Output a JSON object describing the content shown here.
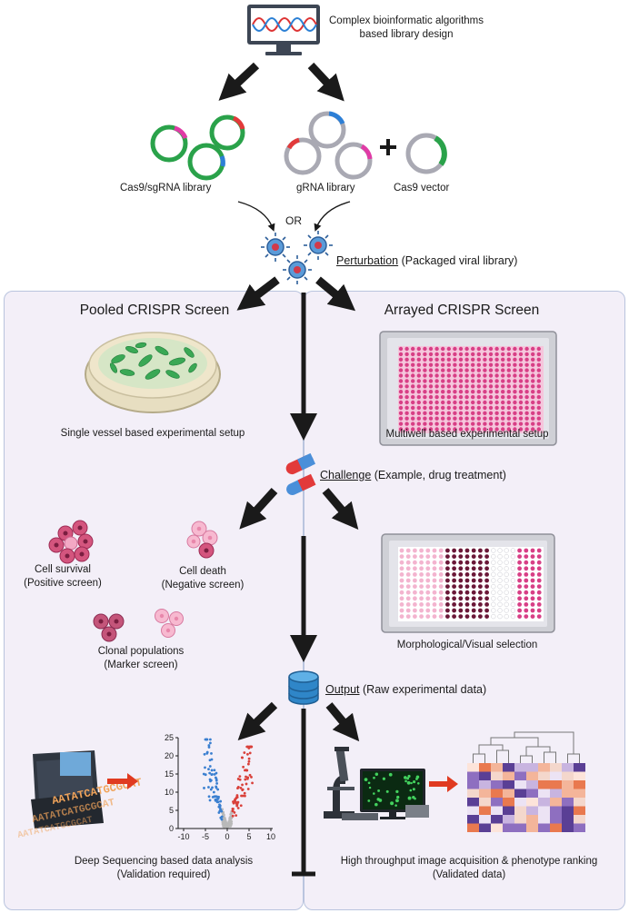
{
  "top_caption": {
    "line1": "Complex bioinformatic algorithms",
    "line2": "based library design"
  },
  "libraries": {
    "cas9_sgrna": "Cas9/sgRNA library",
    "grna": "gRNA library",
    "cas9_vector": "Cas9 vector",
    "or": "OR",
    "plus": "+"
  },
  "perturbation": {
    "key": "Perturbation",
    "rest": " (Packaged viral library)"
  },
  "pooled": {
    "title": "Pooled CRISPR Screen",
    "setup": "Single vessel based experimental setup",
    "cell_survival": {
      "line1": "Cell survival",
      "line2": "(Positive screen)"
    },
    "cell_death": {
      "line1": "Cell death",
      "line2": "(Negative screen)"
    },
    "clonal": {
      "line1": "Clonal populations",
      "line2": "(Marker screen)"
    },
    "analysis": {
      "line1": "Deep Sequencing based data analysis",
      "line2": "(Validation required)"
    },
    "dna_sequence": "AATATCATGCGCAT",
    "volcano": {
      "y_ticks": [
        "0",
        "5",
        "10",
        "15",
        "20",
        "25"
      ],
      "x_ticks": [
        "-10",
        "-5",
        "0",
        "5",
        "10"
      ]
    }
  },
  "arrayed": {
    "title": "Arrayed CRISPR Screen",
    "setup": "Multiwell based experimental setup",
    "selection": "Morphological/Visual selection",
    "analysis": {
      "line1": "High throughput image acquisition & phenotype ranking",
      "line2": "(Validated data)"
    }
  },
  "challenge": {
    "key": "Challenge",
    "rest": " (Example, drug treatment)"
  },
  "output": {
    "key": "Output",
    "rest": " (Raw experimental data)"
  },
  "colors": {
    "panel_bg": "#f3eff8",
    "panel_border": "#b9c4de",
    "volcano_blue": "#3a7fd0",
    "volcano_red": "#d9403a",
    "cell_pink": "#d4557e",
    "arrow_red": "#e03a20",
    "dna_orange": "#f0a35a"
  }
}
